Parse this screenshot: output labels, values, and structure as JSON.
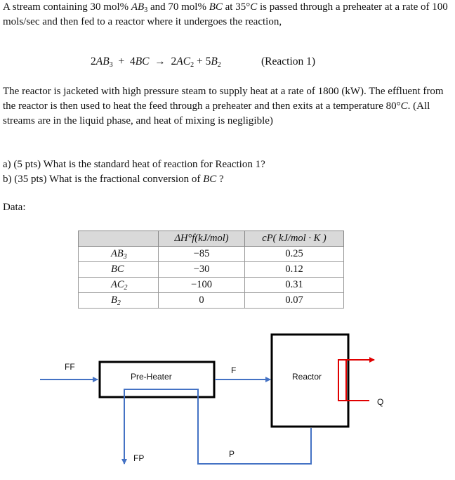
{
  "problem": {
    "intro": {
      "pre1": "A stream containing 30 mol% ",
      "sp1_base": "AB",
      "sp1_sub": "3",
      "mid1": " and 70 mol% ",
      "sp2": "BC",
      "mid2": " at 35°",
      "temp_unit": "C",
      "post": " is passed through a preheater at a rate of 100 mols/sec and then fed to a reactor where it undergoes the reaction,"
    },
    "reaction": {
      "coef1": "2",
      "r1_base": "AB",
      "r1_sub": "3",
      "plus1": "+",
      "coef2": "4",
      "r2": "BC",
      "arrow": "→",
      "coef3": "2",
      "p1_base": "AC",
      "p1_sub": "2",
      "plus2": "+",
      "coef4": "5",
      "p2_base": "B",
      "p2_sub": "2",
      "tag": "(Reaction 1)"
    },
    "paragraph2": "The reactor is jacketed with high pressure steam to supply heat at a rate of 1800 (kW). The effluent from the reactor is then used to heat the feed through a preheater and then exits at a temperature 80°",
    "paragraph2_unit": "C",
    "paragraph2_tail": ". (All streams are in the liquid phase, and heat of mixing is negligible)",
    "qa": "a)  (5 pts) What is the standard heat of reaction for Reaction 1?",
    "qb_pre": "b)  (35 pts) What is the fractional conversion of ",
    "qb_sp": "BC",
    "qb_post": " ?",
    "data_label": "Data:"
  },
  "table": {
    "col2_header": "ΔH°f(kJ/mol)",
    "col3_header": "cP( kJ/mol · K )",
    "rows": [
      {
        "base": "AB",
        "sub": "3",
        "dh": "−85",
        "cp": "0.25"
      },
      {
        "base": "BC",
        "sub": "",
        "dh": "−30",
        "cp": "0.12"
      },
      {
        "base": "AC",
        "sub": "2",
        "dh": "−100",
        "cp": "0.31"
      },
      {
        "base": "B",
        "sub": "2",
        "dh": "0",
        "cp": "0.07"
      }
    ]
  },
  "diagram": {
    "ff": "FF",
    "f": "F",
    "preheater": "Pre-Heater",
    "reactor": "Reactor",
    "q": "Q",
    "p": "P",
    "fp": "FP",
    "colors": {
      "process_stream": "#4472c4",
      "heat_stream": "#e00000",
      "box": "#000000"
    }
  }
}
